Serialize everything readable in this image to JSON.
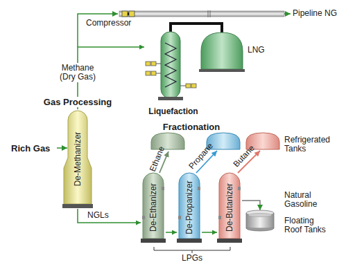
{
  "diagram": {
    "nodes": [
      {
        "text": [
          "Liquefaction"
        ]
      },
      {
        "text": [
          "De-Methanizer"
        ]
      },
      {
        "text": [
          "De-Ethanizer"
        ]
      },
      {
        "text": [
          "De-Propanizer"
        ]
      },
      {
        "text": [
          "De-Butanizer"
        ]
      }
    ],
    "edges": [
      {
        "from": 1,
        "to": 0,
        "arrow": "to",
        "label": "Methane (Dry Gas)"
      },
      {
        "from": 1,
        "to": 2,
        "arrow": "to",
        "label": "NGLs"
      },
      {
        "from": 2,
        "to": 3,
        "arrow": "to"
      },
      {
        "from": 3,
        "to": 4,
        "arrow": "to"
      }
    ],
    "labels": [
      "Pipeline NG",
      "Compressor",
      "LNG",
      "Gas Processing",
      "Rich Gas",
      "Fractionation",
      "Ethane",
      "Propane",
      "Butane",
      "Refrigerated Tanks",
      "Natural Gasoline",
      "Floating Roof Tanks",
      "LPGs"
    ]
  }
}
